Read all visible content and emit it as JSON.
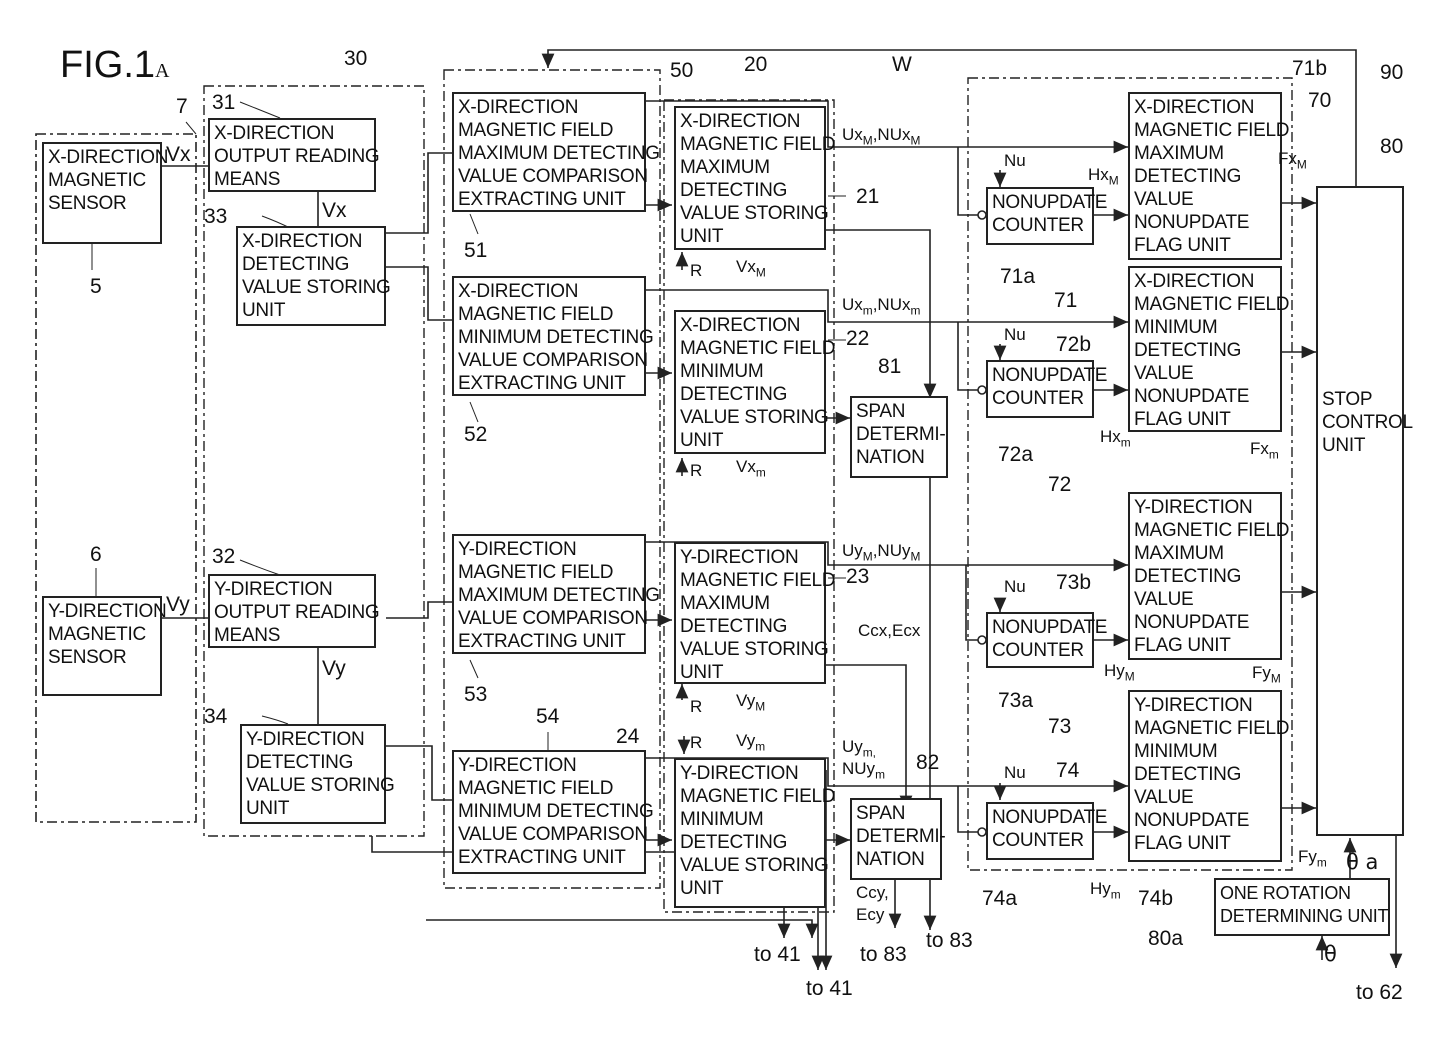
{
  "figure": {
    "title": "FIG.1",
    "suffix": "A"
  },
  "boxes": {
    "x_sensor": "X-DIRECTION\nMAGNETIC\nSENSOR",
    "y_sensor": "Y-DIRECTION\nMAGNETIC\nSENSOR",
    "x_reading": "X-DIRECTION\nOUTPUT READING\nMEANS",
    "y_reading": "Y-DIRECTION\nOUTPUT READING\nMEANS",
    "x_store33": "X-DIRECTION\nDETECTING\nVALUE STORING\nUNIT",
    "y_store34": "Y-DIRECTION\nDETECTING\nVALUE STORING\nUNIT",
    "cmp51": "X-DIRECTION\nMAGNETIC FIELD\nMAXIMUM DETECTING\nVALUE COMPARISON\nEXTRACTING UNIT",
    "cmp52": "X-DIRECTION\nMAGNETIC FIELD\nMINIMUM DETECTING\nVALUE COMPARISON\nEXTRACTING UNIT",
    "cmp53": "Y-DIRECTION\nMAGNETIC FIELD\nMAXIMUM DETECTING\nVALUE COMPARISON\nEXTRACTING UNIT",
    "cmp54": "Y-DIRECTION\nMAGNETIC FIELD\nMINIMUM DETECTING\nVALUE COMPARISON\nEXTRACTING UNIT",
    "st21": "X-DIRECTION\nMAGNETIC FIELD\nMAXIMUM\nDETECTING\nVALUE STORING\nUNIT",
    "st22": "X-DIRECTION\nMAGNETIC FIELD\nMINIMUM\nDETECTING\nVALUE STORING\nUNIT",
    "st23": "Y-DIRECTION\nMAGNETIC FIELD\nMAXIMUM\nDETECTING\nVALUE STORING\nUNIT",
    "st24": "Y-DIRECTION\nMAGNETIC FIELD\nMINIMUM\nDETECTING\nVALUE STORING\nUNIT",
    "span81": "SPAN\nDETERMI-\nNATION",
    "span82": "SPAN\nDETERMI-\nNATION",
    "cnt71a": "NONUPDATE\nCOUNTER",
    "cnt72a": "NONUPDATE\nCOUNTER",
    "cnt73a": "NONUPDATE\nCOUNTER",
    "cnt74a": "NONUPDATE\nCOUNTER",
    "flag71b": "X-DIRECTION\nMAGNETIC FIELD\nMAXIMUM\nDETECTING\nVALUE\nNONUPDATE\nFLAG UNIT",
    "flag72b": "X-DIRECTION\nMAGNETIC FIELD\nMINIMUM\nDETECTING\nVALUE\nNONUPDATE\nFLAG UNIT",
    "flag73b": "Y-DIRECTION\nMAGNETIC FIELD\nMAXIMUM\nDETECTING\nVALUE\nNONUPDATE\nFLAG UNIT",
    "flag74b": "Y-DIRECTION\nMAGNETIC FIELD\nMINIMUM\nDETECTING\nVALUE\nNONUPDATE\nFLAG UNIT",
    "stop80": "STOP\nCONTROL\nUNIT",
    "onerot80a": "ONE ROTATION\nDETERMINING UNIT"
  },
  "refs": {
    "r5": "5",
    "r6": "6",
    "r7": "7",
    "r30": "30",
    "r31": "31",
    "r32": "32",
    "r33": "33",
    "r34": "34",
    "r50": "50",
    "r20": "20",
    "r51": "51",
    "r52": "52",
    "r53": "53",
    "r54": "54",
    "r21": "21",
    "r22": "22",
    "r23": "23",
    "r24": "24",
    "r81": "81",
    "r82": "82",
    "r71": "71",
    "r72": "72",
    "r73": "73",
    "r74": "74",
    "r71a": "71a",
    "r72a": "72a",
    "r73a": "73a",
    "r74a": "74a",
    "r71b": "71b",
    "r72b": "72b",
    "r73b": "73b",
    "r74b": "74b",
    "r70": "70",
    "r80": "80",
    "r90": "90",
    "r80a": "80a"
  },
  "signals": {
    "vx": "Vx",
    "vy": "Vy",
    "w": "W",
    "r": "R",
    "nu": "Nu",
    "vxM": "Vx",
    "vxM_sub": "M",
    "vxm": "Vx",
    "vxm_sub": "m",
    "vyM": "Vy",
    "vyM_sub": "M",
    "vym": "Vy",
    "vym_sub": "m",
    "uxM": "Ux",
    "uxM_sub": "M",
    "nuxM": ",NUx",
    "nuxM_sub": "M",
    "uxm": "Ux",
    "uxm_sub": "m",
    "nuxm": ",NUx",
    "nuxm_sub": "m",
    "uyM": "Uy",
    "uyM_sub": "M",
    "nuyM": ",NUy",
    "nuyM_sub": "M",
    "uym": "Uy",
    "uym_sub": "m,",
    "nuym": "NUy",
    "nuym_sub": "m",
    "hxM": "Hx",
    "hxM_sub": "M",
    "hxm": "Hx",
    "hxm_sub": "m",
    "hyM": "Hy",
    "hyM_sub": "M",
    "hym": "Hy",
    "hym_sub": "m",
    "fxM": "Fx",
    "fxM_sub": "M",
    "fxm": "Fx",
    "fxm_sub": "m",
    "fyM": "Fy",
    "fyM_sub": "M",
    "fym": "Fy",
    "fym_sub": "m",
    "ccx": "Ccx,Ecx",
    "ccy": "Ccy,",
    "ecy": "Ecy",
    "theta_a": "θ a",
    "theta": "θ",
    "to41a": "to 41",
    "to41b": "to 41",
    "to83a": "to 83",
    "to83b": "to 83",
    "to62": "to 62"
  }
}
